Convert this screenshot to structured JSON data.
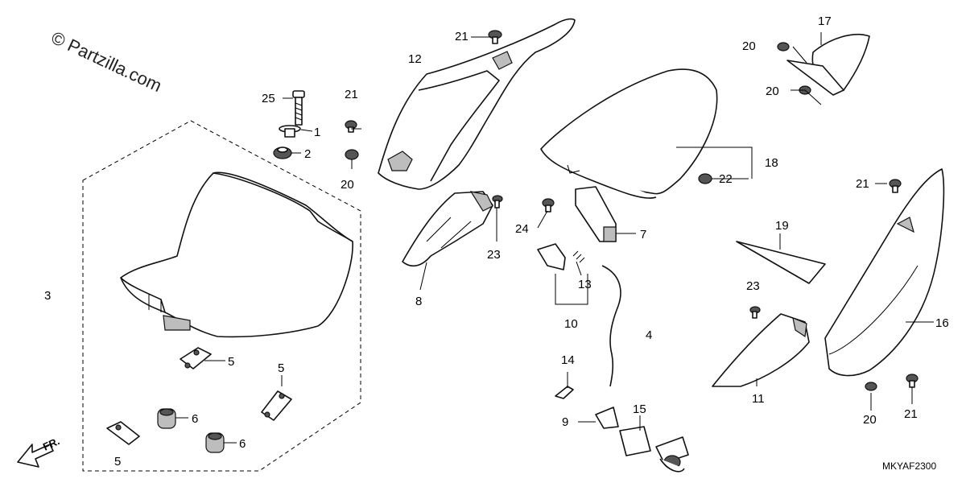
{
  "watermark": "© Partzilla.com",
  "diagram_code": "MKYAF2300",
  "front_label": "FR.",
  "callouts": {
    "c1": "1",
    "c2": "2",
    "c3": "3",
    "c4": "4",
    "c5a": "5",
    "c5b": "5",
    "c5c": "5",
    "c6a": "6",
    "c6b": "6",
    "c7": "7",
    "c8": "8",
    "c9": "9",
    "c10": "10",
    "c11": "11",
    "c12": "12",
    "c13": "13",
    "c14": "14",
    "c15": "15",
    "c16": "16",
    "c17": "17",
    "c18": "18",
    "c19": "19",
    "c20a": "20",
    "c20b": "20",
    "c20c": "20",
    "c20d": "20",
    "c21a": "21",
    "c21b": "21",
    "c21c": "21",
    "c21d": "21",
    "c22": "22",
    "c23a": "23",
    "c23b": "23",
    "c24": "24",
    "c25": "25"
  }
}
